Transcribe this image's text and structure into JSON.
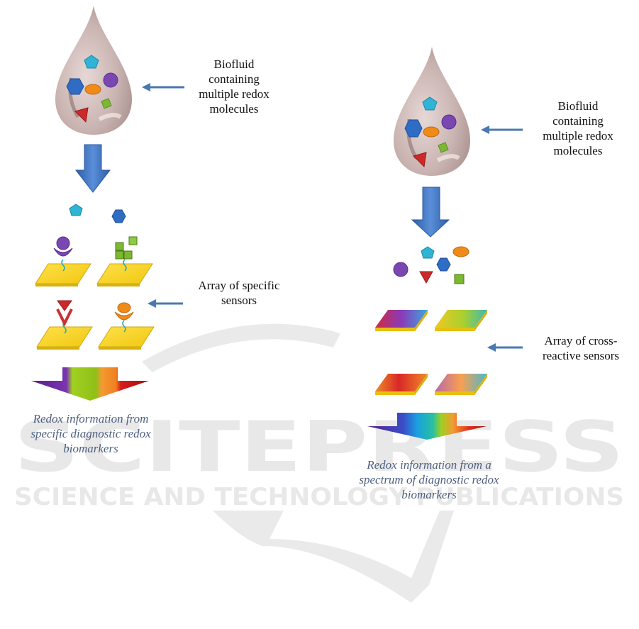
{
  "watermark": {
    "line1": "SCITEPRESS",
    "line2": "SCIENCE AND TECHNOLOGY PUBLICATIONS"
  },
  "left_panel": {
    "biofluid_label": [
      "Biofluid",
      "containing",
      "multiple redox",
      "molecules"
    ],
    "sensor_label": [
      "Array of specific",
      "sensors"
    ],
    "caption": [
      "Redox information from",
      "specific diagnostic redox",
      "biomarkers"
    ],
    "output_arrow_colors": [
      "#6a2a9a",
      "#98c81c",
      "#f39a30",
      "#cc1a1a"
    ]
  },
  "right_panel": {
    "biofluid_label": [
      "Biofluid",
      "containing",
      "multiple redox",
      "molecules"
    ],
    "sensor_label": [
      "Array of cross-",
      "reactive sensors"
    ],
    "caption": [
      "Redox information from a",
      "spectrum of diagnostic redox",
      "biomarkers"
    ],
    "output_arrow_colors": [
      "#6a2a9a",
      "#1f6fd0",
      "#22a8e0",
      "#98c81c",
      "#f39a30",
      "#cc1a1a"
    ]
  },
  "colors": {
    "flow_arrow": "#3f72c0",
    "pointer_arrow": "#4a78b0",
    "drop": "#c9b3b0",
    "sensor_gold": "#f3d21a",
    "pentagon": "#2fb4d6",
    "hexagon": "#2f6cc4",
    "circle": "#7a46b0",
    "ellipse": "#f08a18",
    "square": "#7cb830",
    "triangle": "#cc2a2a"
  }
}
